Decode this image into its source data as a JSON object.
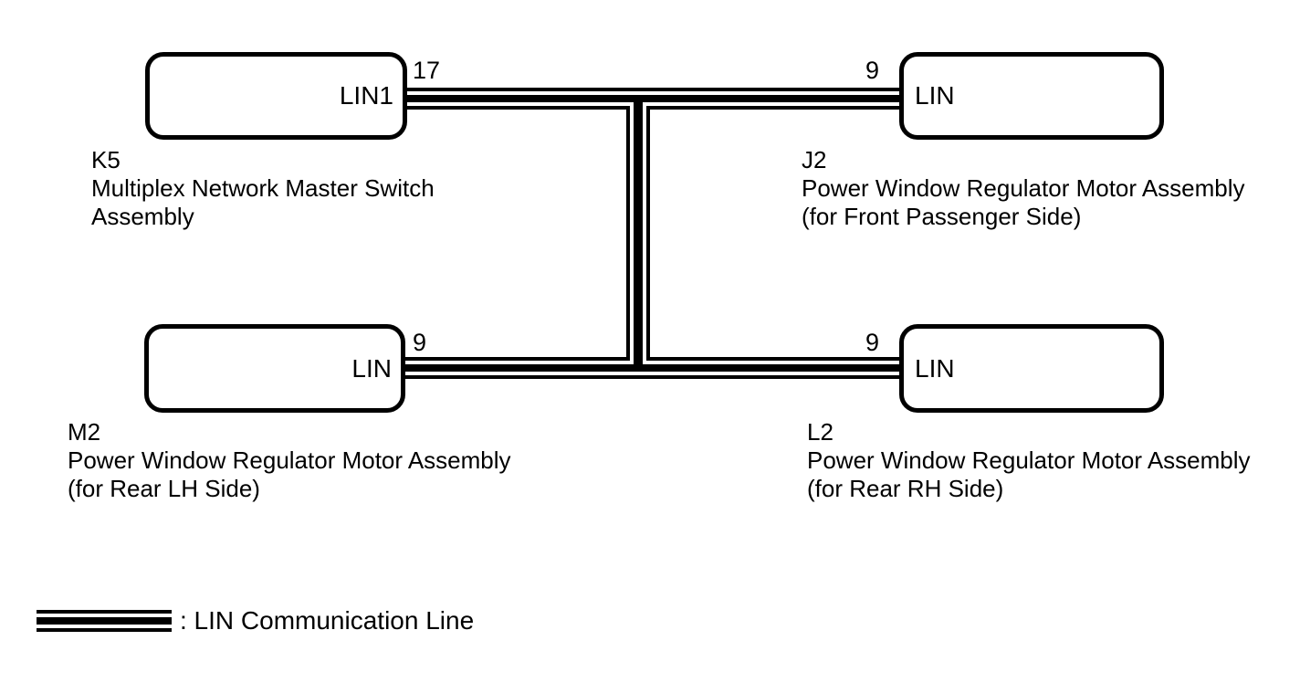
{
  "nodes": {
    "k5": {
      "code": "K5",
      "name": "Multiplex Network Master Switch",
      "detail": "Assembly",
      "port": "LIN1",
      "pin": "17"
    },
    "j2": {
      "code": "J2",
      "name": "Power Window Regulator Motor Assembly",
      "detail": "(for Front Passenger Side)",
      "port": "LIN",
      "pin": "9"
    },
    "m2": {
      "code": "M2",
      "name": "Power Window Regulator Motor Assembly",
      "detail": "(for Rear LH Side)",
      "port": "LIN",
      "pin": "9"
    },
    "l2": {
      "code": "L2",
      "name": "Power Window Regulator Motor Assembly",
      "detail": "(for Rear RH Side)",
      "port": "LIN",
      "pin": "9"
    }
  },
  "connections": {
    "bus_type": "LIN",
    "links": [
      {
        "from": "K5.LIN1",
        "from_pin": "17",
        "to": "J2.LIN",
        "to_pin": "9"
      },
      {
        "from": "M2.LIN",
        "from_pin": "9",
        "to": "L2.LIN",
        "to_pin": "9"
      },
      {
        "trunk": "connects top LIN bus to bottom LIN bus"
      }
    ]
  },
  "legend": {
    "lin_line_label": ": LIN Communication Line"
  },
  "colors": {
    "line": "#000000",
    "background": "#ffffff"
  }
}
